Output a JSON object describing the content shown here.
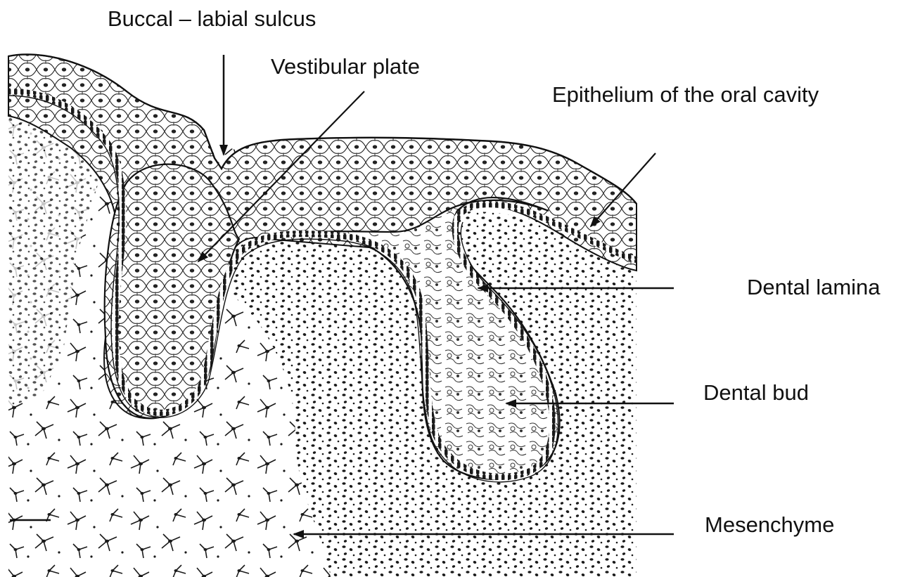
{
  "labels": {
    "buccal_labial_sulcus": "Buccal – labial sulcus",
    "vestibular_plate": "Vestibular plate",
    "epithelium": "Epithelium of the oral cavity",
    "dental_lamina": "Dental lamina",
    "dental_bud": "Dental bud",
    "mesenchyme": "Mesenchyme"
  },
  "colors": {
    "ink": "#111111",
    "cell_fill": "#ffffff",
    "background": "#ffffff"
  }
}
